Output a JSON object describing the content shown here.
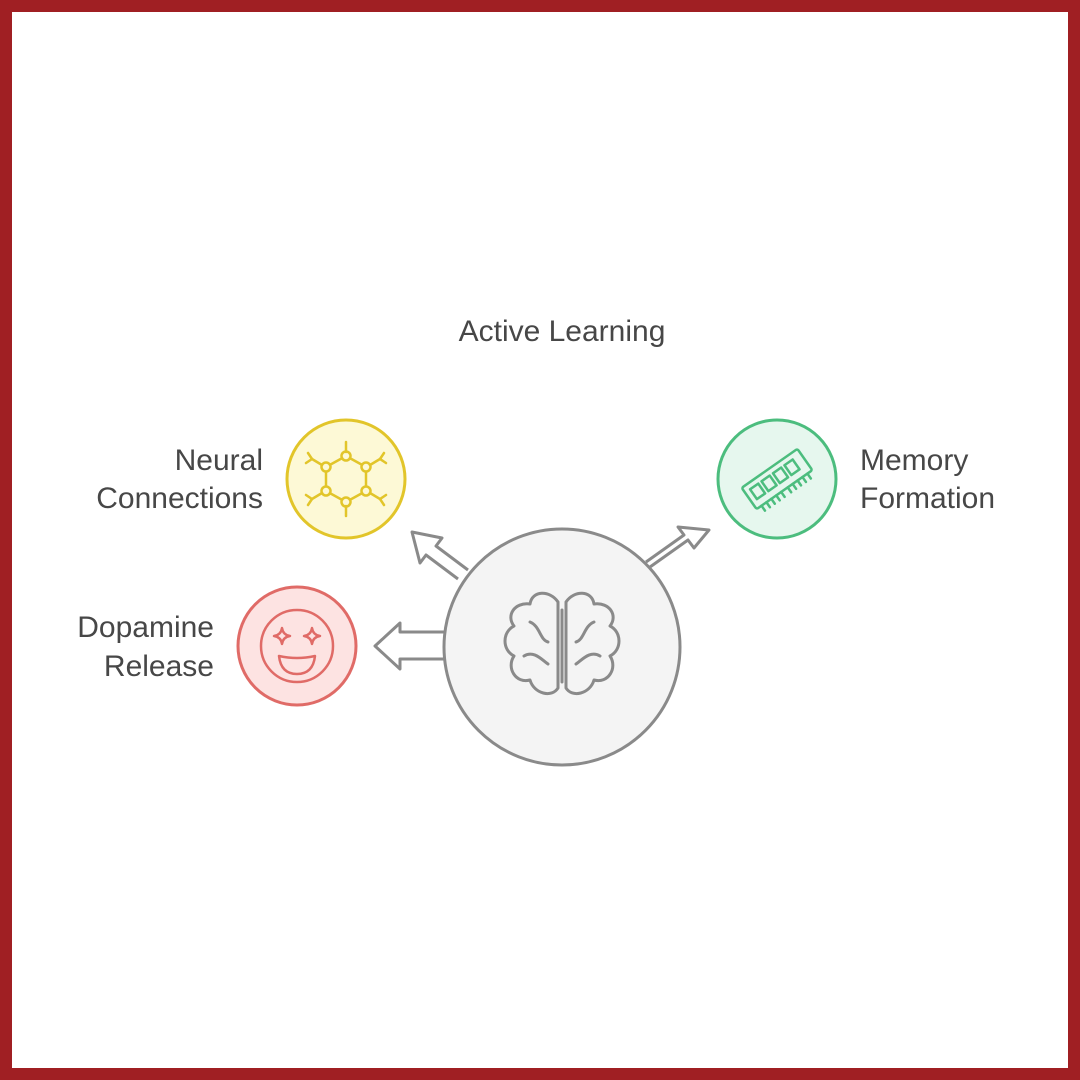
{
  "diagram": {
    "title": "Active Learning",
    "nodes": [
      {
        "id": "neural",
        "line1": "Neural",
        "line2": "Connections",
        "icon": "molecule-icon",
        "color": "#e2c52a",
        "fill": "#fdf9d6"
      },
      {
        "id": "memory",
        "line1": "Memory",
        "line2": "Formation",
        "icon": "memory-chip-icon",
        "color": "#4cbd7e",
        "fill": "#e6f7ee"
      },
      {
        "id": "dopamine",
        "line1": "Dopamine",
        "line2": "Release",
        "icon": "star-eyes-smiley-icon",
        "color": "#e06b67",
        "fill": "#fde3e2"
      }
    ],
    "center": {
      "icon": "brain-icon",
      "color": "#8a8a8a",
      "fill": "#f4f4f4"
    },
    "frame_color": "#a01f23"
  }
}
